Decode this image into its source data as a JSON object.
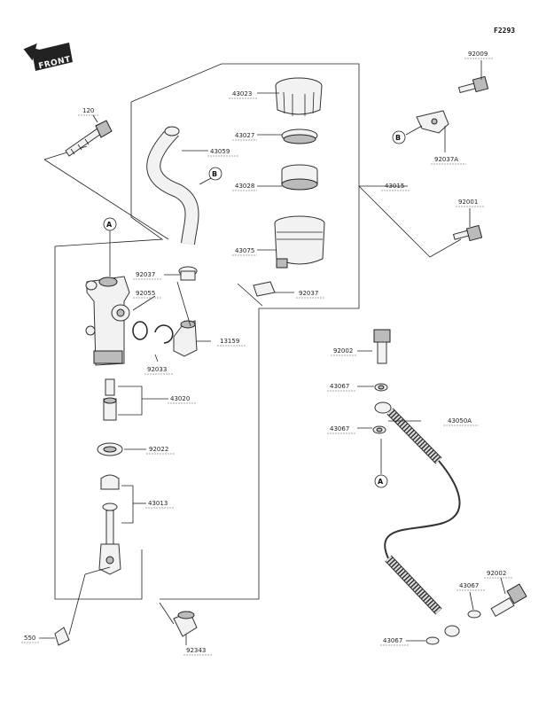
{
  "figure_id": "F2293",
  "front_label": "FRONT",
  "callouts": {
    "a1": "A",
    "a2": "A",
    "b1": "B",
    "b2": "B"
  },
  "parts": {
    "p43023": "43023",
    "p43027": "43027",
    "p43059": "43059",
    "p43028": "43028",
    "p43015": "43015",
    "p43075": "43075",
    "p92009": "92009",
    "p92037A": "92037A",
    "p92001": "92001",
    "p120": "120",
    "p92037a": "92037",
    "p92055": "92055",
    "p92037b": "92037",
    "p13159": "13159",
    "p92033": "92033",
    "p43020": "43020",
    "p92022": "92022",
    "p43013": "43013",
    "p92002a": "92002",
    "p43067a": "43067",
    "p43050A": "43050A",
    "p43067b": "43067",
    "p92002b": "92002",
    "p43067c": "43067",
    "p43067d": "43067",
    "p550": "550",
    "p92343": "92343"
  }
}
